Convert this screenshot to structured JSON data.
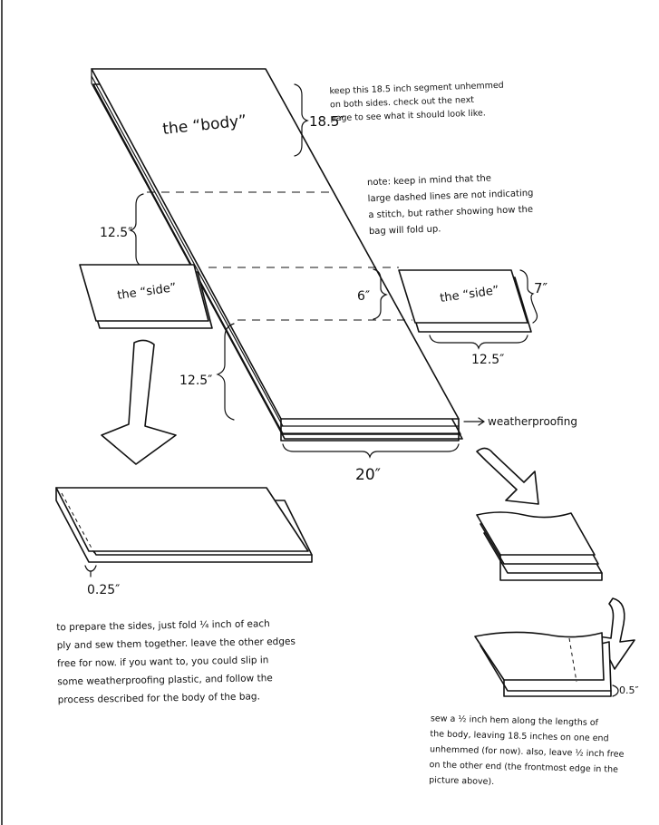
{
  "labels": {
    "body": "the “body”",
    "side_left": "the “side”",
    "side_right": "the “side”",
    "dim_18_5": "18.5″",
    "dim_12_5_upper": "12.5″",
    "dim_6": "6″",
    "dim_12_5_lower": "12.5″",
    "dim_20": "20″",
    "dim_7": "7″",
    "dim_12_5_side": "12.5″",
    "dim_0_25": "0.25″",
    "dim_0_5": "0.5″",
    "weatherproofing": "weatherproofing"
  },
  "notes": {
    "top_right": "keep this 18.5 inch segment unhemmed\non both sides. check out the next\npage to see what it should look like.",
    "middle_right": "note: keep in mind that the\nlarge dashed lines are not indicating\na stitch, but rather showing how the\nbag will fold up.",
    "bottom_left": "to prepare the sides, just fold ¼ inch of each\nply and sew them together. leave the other edges\nfree for now. if you want to, you could slip in\nsome weatherproofing plastic, and follow the\nprocess described for the body of the bag.",
    "bottom_right": "sew a ½ inch hem along the lengths of\nthe body, leaving 18.5 inches on one end\nunhemmed (for now). also, leave ½ inch free\non the other end (the frontmost edge in the\npicture above)."
  }
}
